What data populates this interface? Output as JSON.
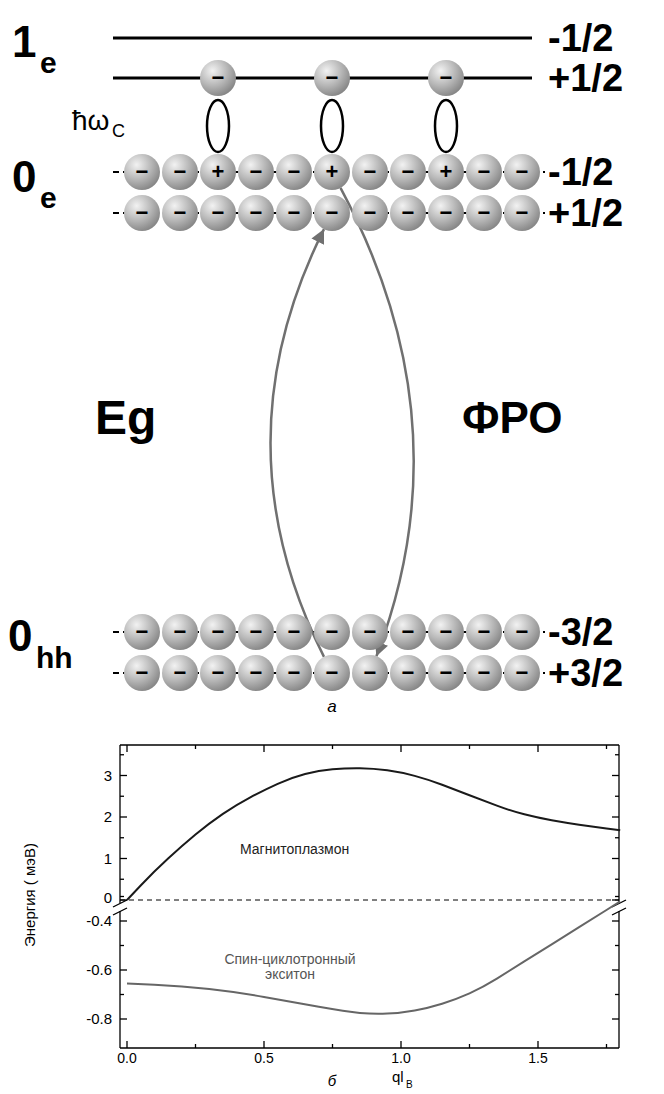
{
  "diagram": {
    "nodes": [
      {
        "text": [
          "−"
        ]
      },
      {
        "text": [
          "−"
        ]
      },
      {
        "text": [
          "−"
        ]
      },
      {
        "text": [
          "−"
        ]
      },
      {
        "text": [
          "−"
        ]
      },
      {
        "text": [
          "+"
        ]
      },
      {
        "text": [
          "−"
        ]
      },
      {
        "text": [
          "−"
        ]
      },
      {
        "text": [
          "+"
        ]
      },
      {
        "text": [
          "−"
        ]
      },
      {
        "text": [
          "−"
        ]
      },
      {
        "text": [
          "+"
        ]
      },
      {
        "text": [
          "−"
        ]
      },
      {
        "text": [
          "−"
        ]
      },
      {
        "text": [
          "−"
        ]
      },
      {
        "text": [
          "−"
        ]
      },
      {
        "text": [
          "−"
        ]
      },
      {
        "text": [
          "−"
        ]
      },
      {
        "text": [
          "−"
        ]
      },
      {
        "text": [
          "−"
        ]
      },
      {
        "text": [
          "−"
        ]
      },
      {
        "text": [
          "−"
        ]
      },
      {
        "text": [
          "−"
        ]
      },
      {
        "text": [
          "−"
        ]
      },
      {
        "text": [
          "−"
        ]
      },
      {
        "text": [
          "−"
        ]
      },
      {
        "text": [
          "−"
        ]
      },
      {
        "text": [
          "−"
        ]
      },
      {
        "text": [
          "−"
        ]
      },
      {
        "text": [
          "−"
        ]
      },
      {
        "text": [
          "−"
        ]
      },
      {
        "text": [
          "−"
        ]
      },
      {
        "text": [
          "−"
        ]
      },
      {
        "text": [
          "−"
        ]
      },
      {
        "text": [
          "−"
        ]
      },
      {
        "text": [
          "−"
        ]
      },
      {
        "text": [
          "−"
        ]
      },
      {
        "text": [
          "−"
        ]
      },
      {
        "text": [
          "−"
        ]
      },
      {
        "text": [
          "−"
        ]
      },
      {
        "text": [
          "−"
        ]
      },
      {
        "text": [
          "−"
        ]
      },
      {
        "text": [
          "−"
        ]
      },
      {
        "text": [
          "−"
        ]
      },
      {
        "text": [
          "−"
        ]
      },
      {
        "text": [
          "−"
        ]
      },
      {
        "text": [
          "−"
        ]
      }
    ],
    "edges": [
      {
        "from": 41,
        "to": 19,
        "arrow": "to"
      },
      {
        "from": 8,
        "to": 42,
        "arrow": "to"
      }
    ],
    "labels": [
      "1",
      "e",
      "-1/2",
      "+1/2",
      "ħω",
      "C",
      "0",
      "e",
      "-1/2",
      "+1/2",
      "Eg",
      "ФРО",
      "0",
      "hh",
      "-3/2",
      "+3/2",
      "а",
      "3",
      "2",
      "1",
      "0",
      "-0.4",
      "-0.6",
      "-0.8",
      "Магнитоплазмон",
      "Спин-циклотронный экситон",
      "Энергия ( мэВ)",
      "0.0",
      "0.5",
      "1.0",
      "1.5",
      "ql",
      "B",
      "б"
    ]
  }
}
